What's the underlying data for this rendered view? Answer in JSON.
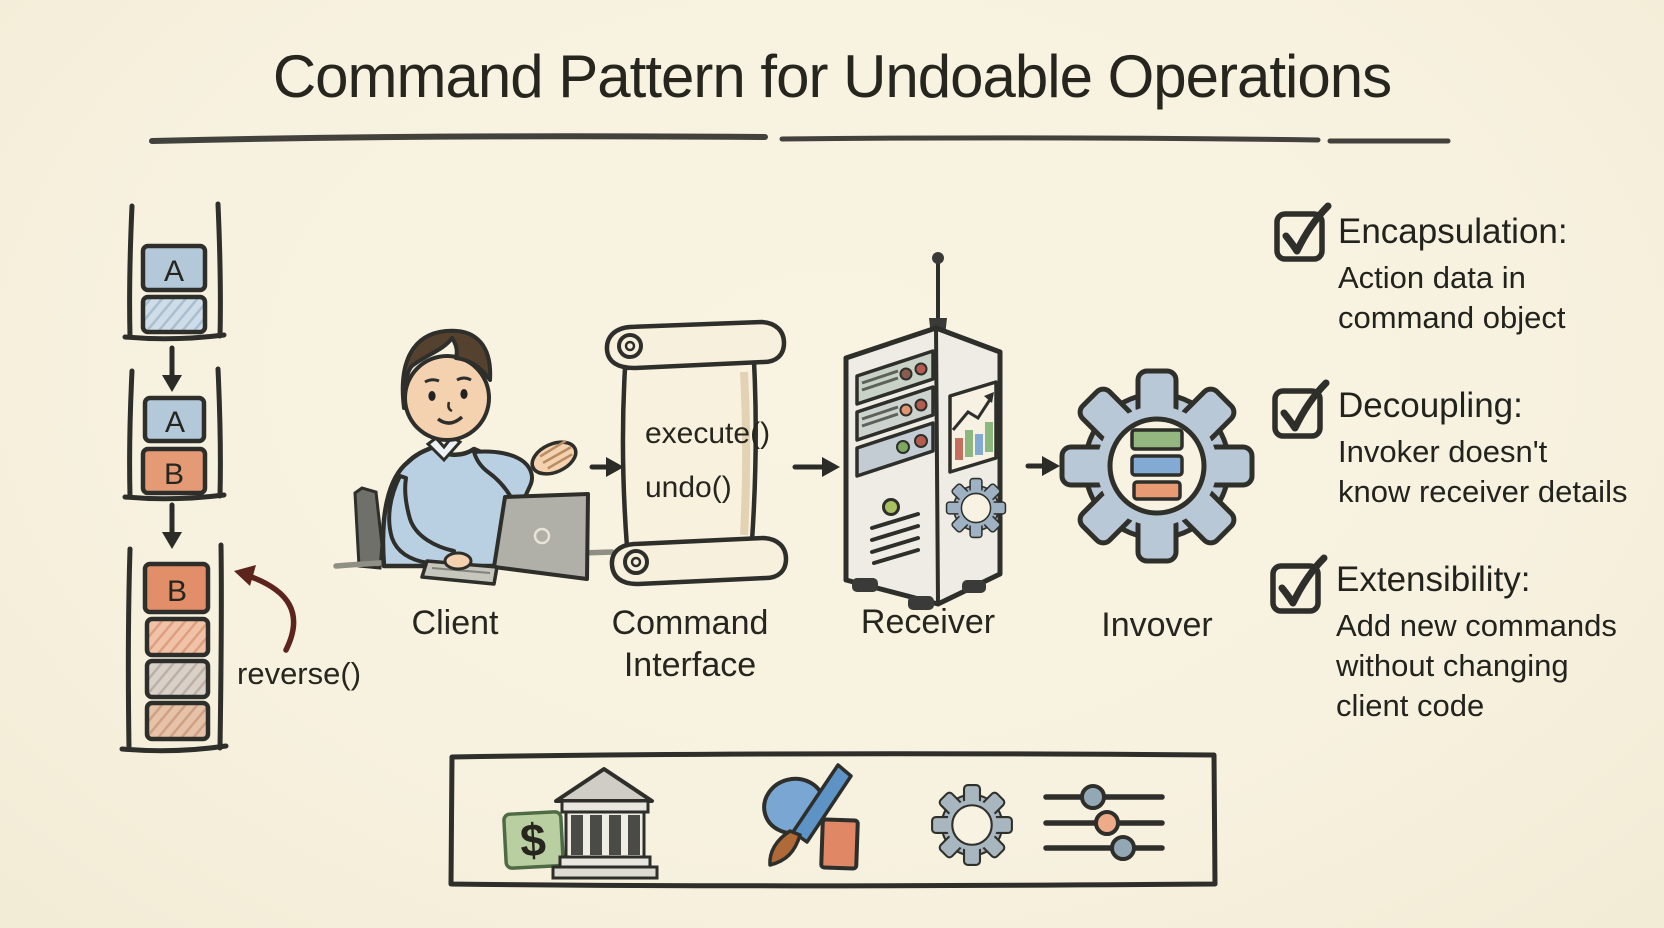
{
  "title": "Command Pattern for Undoable Operations",
  "undo_stack": {
    "step1": {
      "blocks": [
        "A",
        ""
      ]
    },
    "step2": {
      "blocks": [
        "A",
        "B"
      ]
    },
    "step3": {
      "blocks": [
        "B",
        "",
        "",
        ""
      ]
    },
    "reverse_label": "reverse()"
  },
  "flow": {
    "client": {
      "label": "Client"
    },
    "command_interface": {
      "label_line1": "Command",
      "label_line2": "Interface",
      "methods": [
        "execute()",
        "undo()"
      ]
    },
    "receiver": {
      "label": "Receiver"
    },
    "invoker": {
      "label": "Invover"
    }
  },
  "benefits": [
    {
      "heading": "Encapsulation:",
      "lines": [
        "Action data in",
        "command object"
      ]
    },
    {
      "heading": "Decoupling:",
      "lines": [
        "Invoker doesn't",
        "know receiver details"
      ]
    },
    {
      "heading": "Extensibility:",
      "lines": [
        "Add new commands",
        "without changing",
        "client code"
      ]
    }
  ],
  "example_strip": {
    "icons": [
      "dollar-bank-icon",
      "palette-brush-icon",
      "gear-sliders-icon"
    ]
  },
  "colors": {
    "paper": "#f7f1df",
    "ink": "#2e2e2a",
    "block_blue": "#b3c9da",
    "block_orange": "#e59a76",
    "gear_fill": "#b9c8d6",
    "bar_green": "#93b77f",
    "bar_blue": "#82aad2",
    "bar_orange": "#e89b72",
    "reverse_arrow": "#5d241e"
  }
}
